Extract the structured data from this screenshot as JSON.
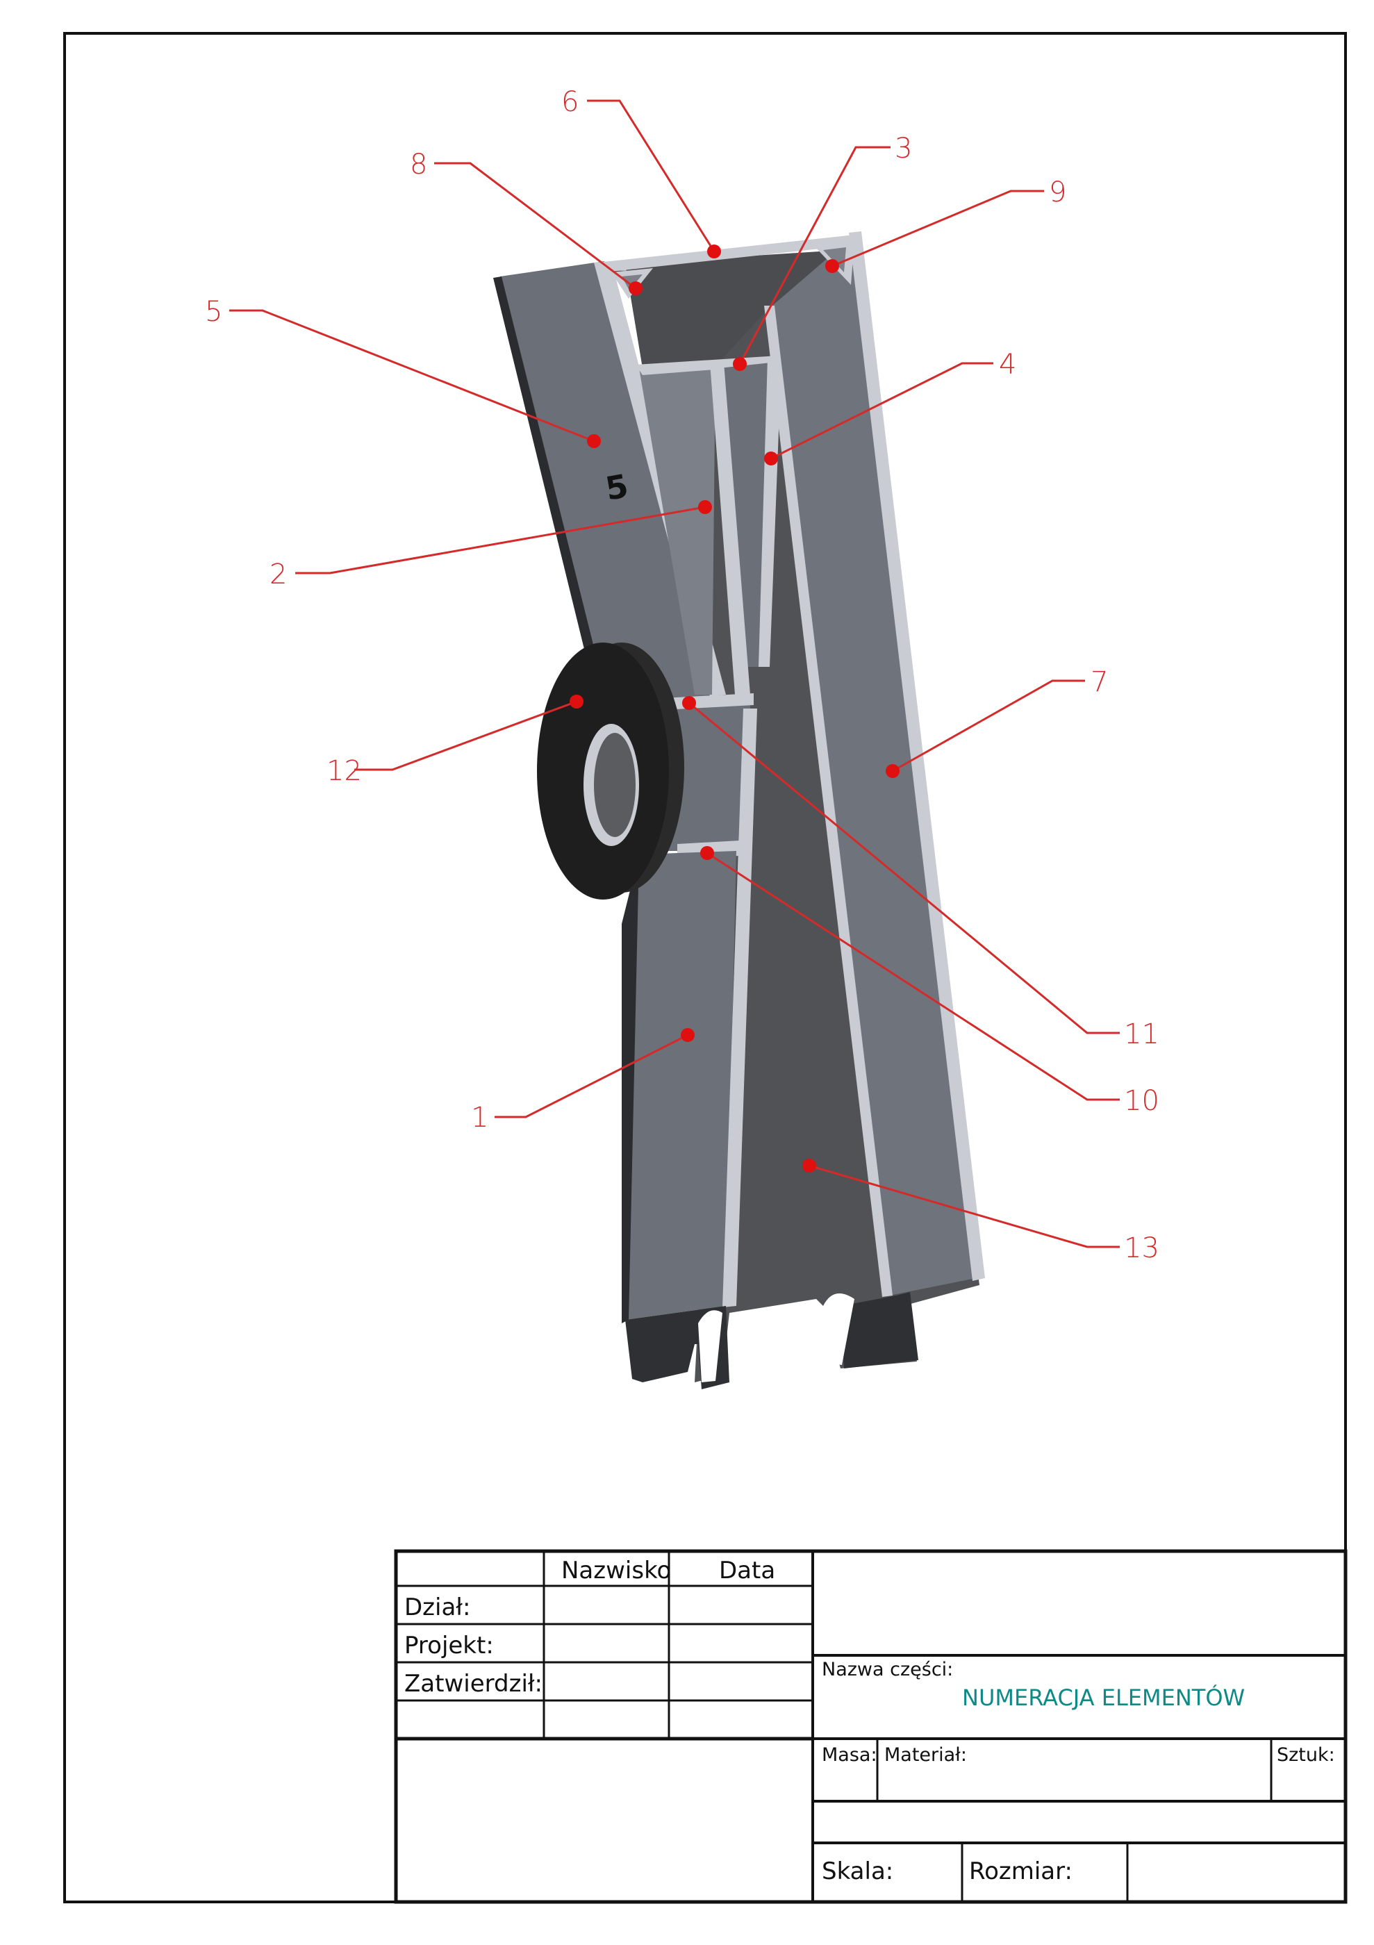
{
  "drawing": {
    "part_mark": "5",
    "callouts": [
      {
        "label": "1"
      },
      {
        "label": "2"
      },
      {
        "label": "3"
      },
      {
        "label": "4"
      },
      {
        "label": "5"
      },
      {
        "label": "6"
      },
      {
        "label": "7"
      },
      {
        "label": "8"
      },
      {
        "label": "9"
      },
      {
        "label": "10"
      },
      {
        "label": "11"
      },
      {
        "label": "12"
      },
      {
        "label": "13"
      }
    ],
    "colors": {
      "callout": "#d42a2a",
      "plate_light": "#717780",
      "plate_dark": "#505255",
      "edge": "#c9ccd3",
      "washer": "#1e1e1e",
      "title": "#0e8a86"
    }
  },
  "title_block": {
    "col_surname": "Nazwisko",
    "col_date": "Data",
    "row_department": "Dział:",
    "row_project": "Projekt:",
    "row_approved": "Zatwierdził:",
    "part_name_label": "Nazwa części:",
    "part_name_value": "NUMERACJA ELEMENTÓW",
    "mass_label": "Masa:",
    "material_label": "Materiał:",
    "quantity_label": "Sztuk:",
    "scale_label": "Skala:",
    "size_label": "Rozmiar:"
  }
}
